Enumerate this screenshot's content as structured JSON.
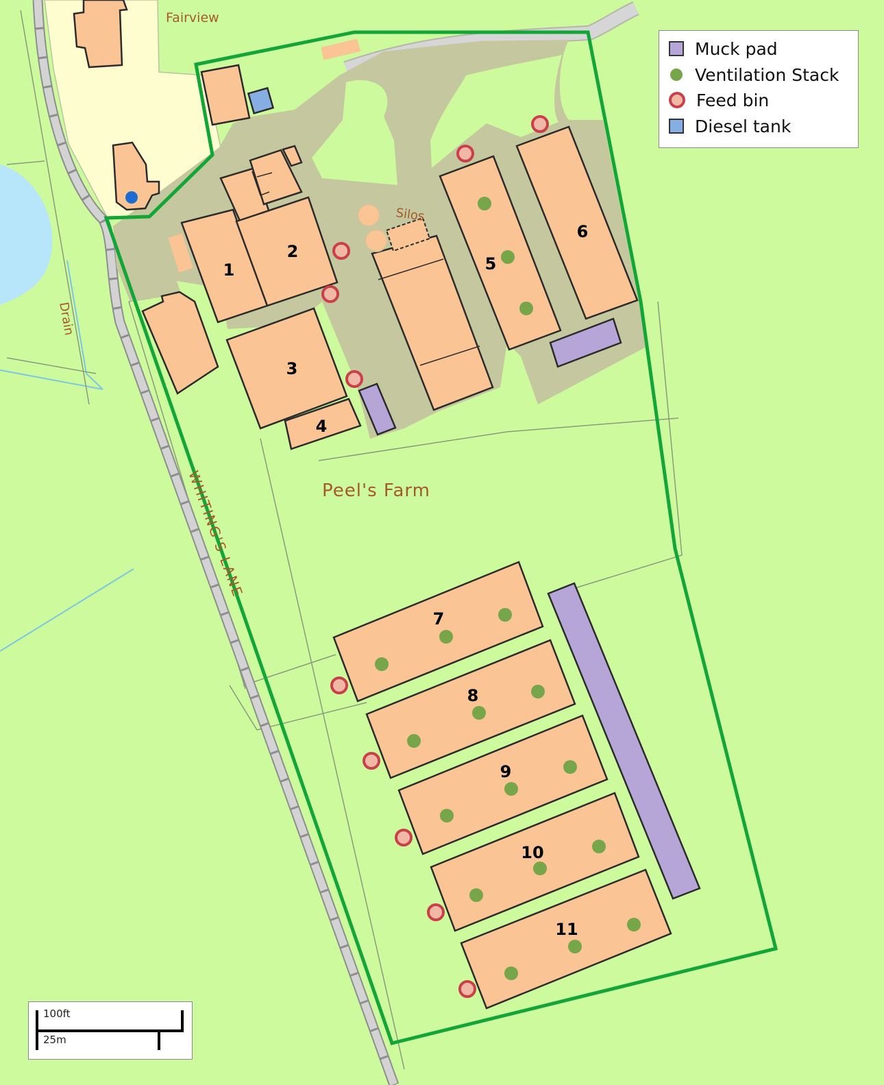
{
  "legend": {
    "items": [
      {
        "label": "Muck pad",
        "icon": "muck-pad-swatch",
        "color": "#b6a6d8"
      },
      {
        "label": "Ventilation Stack",
        "icon": "ventilation-stack-dot",
        "color": "#77a54a"
      },
      {
        "label": "Feed bin",
        "icon": "feed-bin-ring",
        "color": "#c9404a"
      },
      {
        "label": "Diesel tank",
        "icon": "diesel-tank-swatch",
        "color": "#86aee2"
      }
    ]
  },
  "labels": {
    "fairview": "Fairview",
    "silos": "Silos",
    "drain": "Drain",
    "farm": "Peel's Farm",
    "lane": "WHITING'S LANE"
  },
  "buildings": {
    "b1": "1",
    "b2": "2",
    "b3": "3",
    "b4": "4",
    "b5": "5",
    "b6": "6",
    "b7": "7",
    "b8": "8",
    "b9": "9",
    "b10": "10",
    "b11": "11"
  },
  "scale": {
    "top_label": "100ft",
    "bottom_label": "25m"
  },
  "colors": {
    "grass": "#cdfa9c",
    "building": "#fbc494",
    "yard": "#c5c79e",
    "residential": "#fdfdd0",
    "water": "#b7e6fb",
    "boundary": "#13a538",
    "road": "#c8c8c8",
    "muck_pad": "#b6a6d8"
  }
}
